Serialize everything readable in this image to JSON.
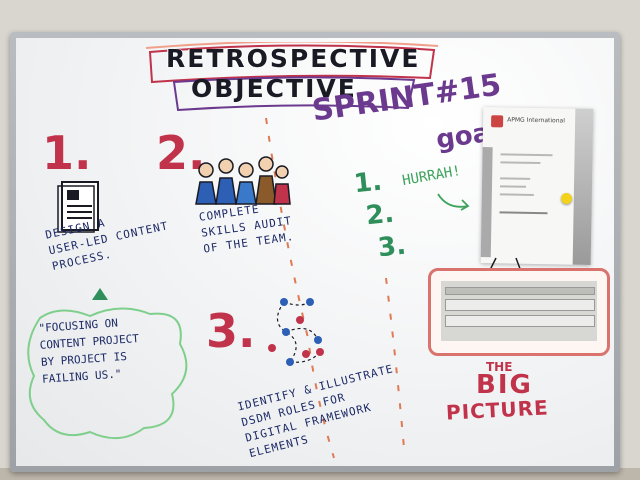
{
  "board": {
    "title_line1": "RETROSPECTIVE",
    "title_line2": "OBJECTIVE",
    "sprint_label": "SPRINT#15",
    "goals_label": "goals",
    "hurrah": "HURRAH!",
    "item1": {
      "number": "1.",
      "lines": [
        "DESIGN A",
        "USER-LED CONTENT",
        "PROCESS."
      ]
    },
    "item2": {
      "number": "2.",
      "lines": [
        "COMPLETE",
        "SKILLS AUDIT",
        "OF THE TEAM."
      ]
    },
    "item3": {
      "number": "3.",
      "lines": [
        "IDENTIFY & ILLUSTRATE",
        "DSDM ROLES FOR",
        "DIGITAL FRAMEWORK",
        "ELEMENTS"
      ]
    },
    "goal_list": [
      "1.",
      "2.",
      "3."
    ],
    "quote_lines": [
      "\"FOCUSING ON",
      "CONTENT PROJECT",
      "BY PROJECT IS",
      "FAILING US.\""
    ],
    "big_picture": {
      "the": "THE",
      "big": "BIG",
      "picture": "PICTURE"
    },
    "certificate": {
      "org": "APMG International"
    }
  },
  "colors": {
    "red_marker": "#c0334a",
    "navy_marker": "#1d2a66",
    "purple_marker": "#6b3a8f",
    "green_marker": "#2f8f5a",
    "frame_pink": "#d9736e"
  },
  "icons": [
    "document-icon",
    "people-icon",
    "network-diagram-icon",
    "arrow-up-icon",
    "arrow-right-icon"
  ]
}
